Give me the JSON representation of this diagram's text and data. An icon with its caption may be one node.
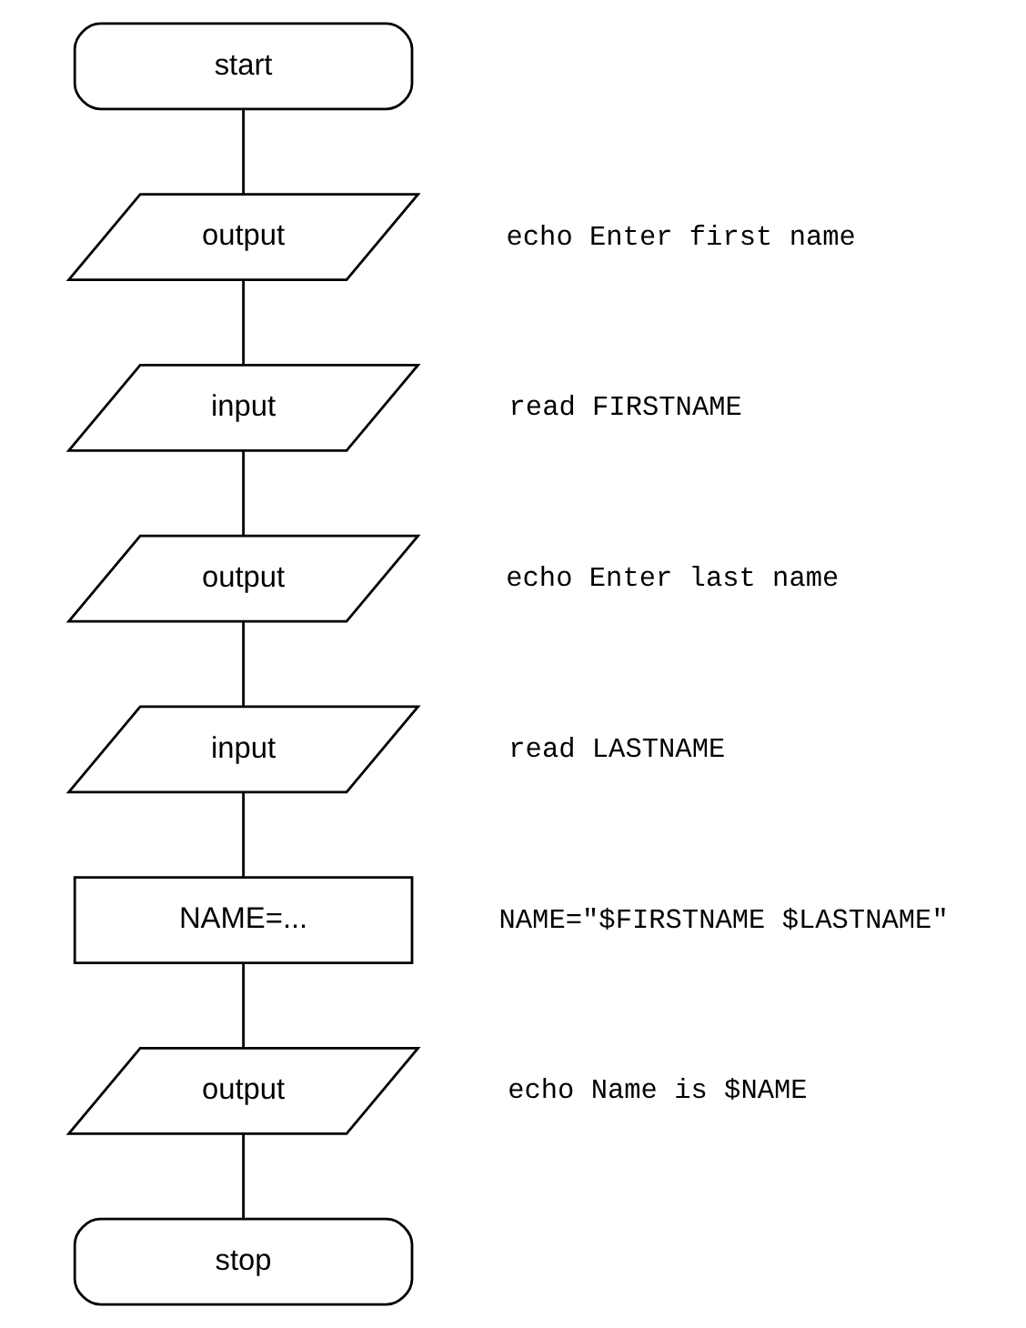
{
  "diagram": {
    "nodes": [
      {
        "text": [
          "start"
        ]
      },
      {
        "text": [
          "output"
        ],
        "beside": [
          "echo Enter first name"
        ]
      },
      {
        "text": [
          "input"
        ],
        "beside": [
          "read FIRSTNAME"
        ]
      },
      {
        "text": [
          "output"
        ],
        "beside": [
          "echo Enter last name"
        ]
      },
      {
        "text": [
          "input"
        ],
        "beside": [
          "read LASTNAME"
        ]
      },
      {
        "text": [
          "NAME=..."
        ],
        "beside": [
          "NAME=\"$FIRSTNAME $LASTNAME\""
        ]
      },
      {
        "text": [
          "output"
        ],
        "beside": [
          "echo Name is $NAME"
        ]
      },
      {
        "text": [
          "stop"
        ]
      }
    ],
    "edges": [
      {
        "from": 0,
        "to": 1,
        "arrow": "none"
      },
      {
        "from": 1,
        "to": 2,
        "arrow": "none"
      },
      {
        "from": 2,
        "to": 3,
        "arrow": "none"
      },
      {
        "from": 3,
        "to": 4,
        "arrow": "none"
      },
      {
        "from": 4,
        "to": 5,
        "arrow": "none"
      },
      {
        "from": 5,
        "to": 6,
        "arrow": "none"
      },
      {
        "from": 6,
        "to": 7,
        "arrow": "none"
      }
    ]
  }
}
